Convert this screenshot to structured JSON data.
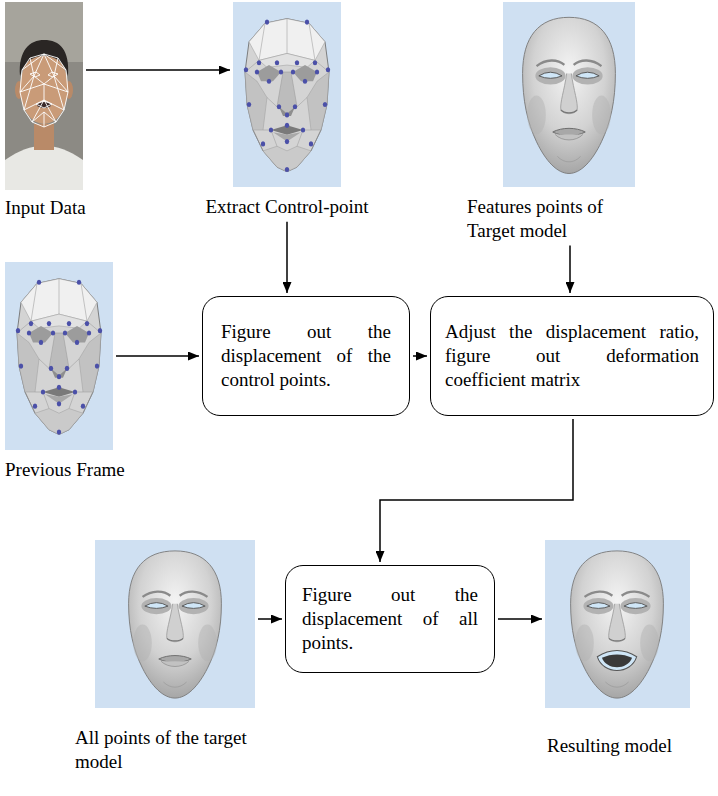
{
  "diagram": {
    "nodes": [
      {
        "text": [
          "Input Data"
        ]
      },
      {
        "text": [
          "Extract Control-point"
        ]
      },
      {
        "text": [
          "Features points of Target model"
        ]
      },
      {
        "text": [
          "Previous Frame"
        ]
      },
      {
        "text": [
          "Figure out the displacement of the control points."
        ]
      },
      {
        "text": [
          "Adjust the displacement ratio, figure out deformation coefficient matrix"
        ]
      },
      {
        "text": [
          "Figure out the displacement of all points."
        ]
      },
      {
        "text": [
          "All points of the target model"
        ]
      },
      {
        "text": [
          "Resulting model"
        ]
      }
    ],
    "edges": [
      {
        "from": 0,
        "to": 1,
        "arrow": "to"
      },
      {
        "from": 1,
        "to": 4,
        "arrow": "to"
      },
      {
        "from": 3,
        "to": 4,
        "arrow": "to"
      },
      {
        "from": 4,
        "to": 5,
        "arrow": "to"
      },
      {
        "from": 2,
        "to": 5,
        "arrow": "to"
      },
      {
        "from": 5,
        "to": 6,
        "arrow": "to"
      },
      {
        "from": 7,
        "to": 6,
        "arrow": "to"
      },
      {
        "from": 6,
        "to": 8,
        "arrow": "to"
      }
    ]
  }
}
